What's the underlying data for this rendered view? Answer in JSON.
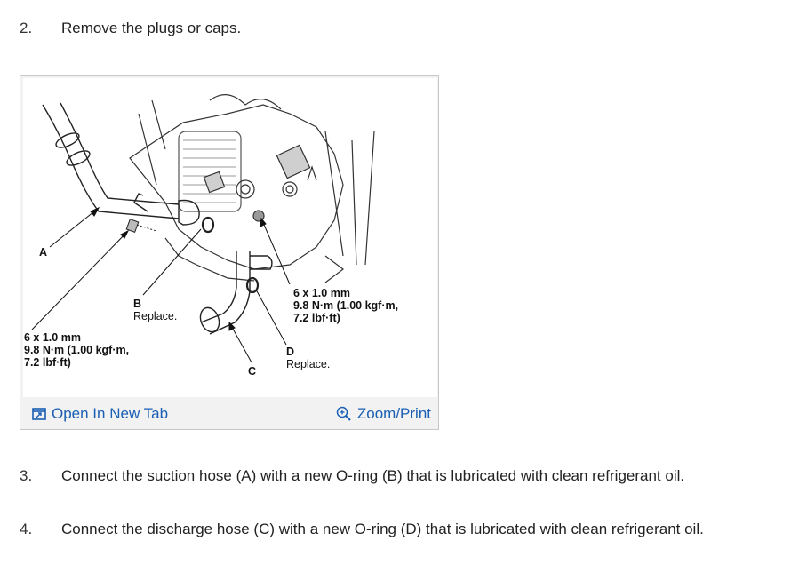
{
  "steps": [
    {
      "number": "2.",
      "text": "Remove the plugs or caps."
    },
    {
      "number": "3.",
      "text": "Connect the suction hose (A) with a new O-ring (B) that is lubricated with clean refrigerant oil."
    },
    {
      "number": "4.",
      "text": "Connect the discharge hose (C) with a new O-ring (D) that is lubricated with clean refrigerant oil."
    }
  ],
  "figure": {
    "labels": {
      "a": "A",
      "b": "B",
      "b_note": "Replace.",
      "c": "C",
      "d": "D",
      "d_note": "Replace.",
      "bolt_left_line1": "6 x 1.0 mm",
      "bolt_left_line2": "9.8 N·m (1.00 kgf·m,",
      "bolt_left_line3": "7.2 lbf·ft)",
      "bolt_right_line1": "6 x 1.0 mm",
      "bolt_right_line2": "9.8 N·m (1.00 kgf·m,",
      "bolt_right_line3": "7.2 lbf·ft)"
    },
    "actions": {
      "open_tab": "Open In New Tab",
      "zoom_print": "Zoom/Print"
    }
  },
  "colors": {
    "link": "#1a5fb4",
    "text": "#222222",
    "frame": "#f2f2f2"
  },
  "icons": {
    "open_tab": "open-in-new-tab-icon",
    "zoom": "zoom-in-icon"
  }
}
